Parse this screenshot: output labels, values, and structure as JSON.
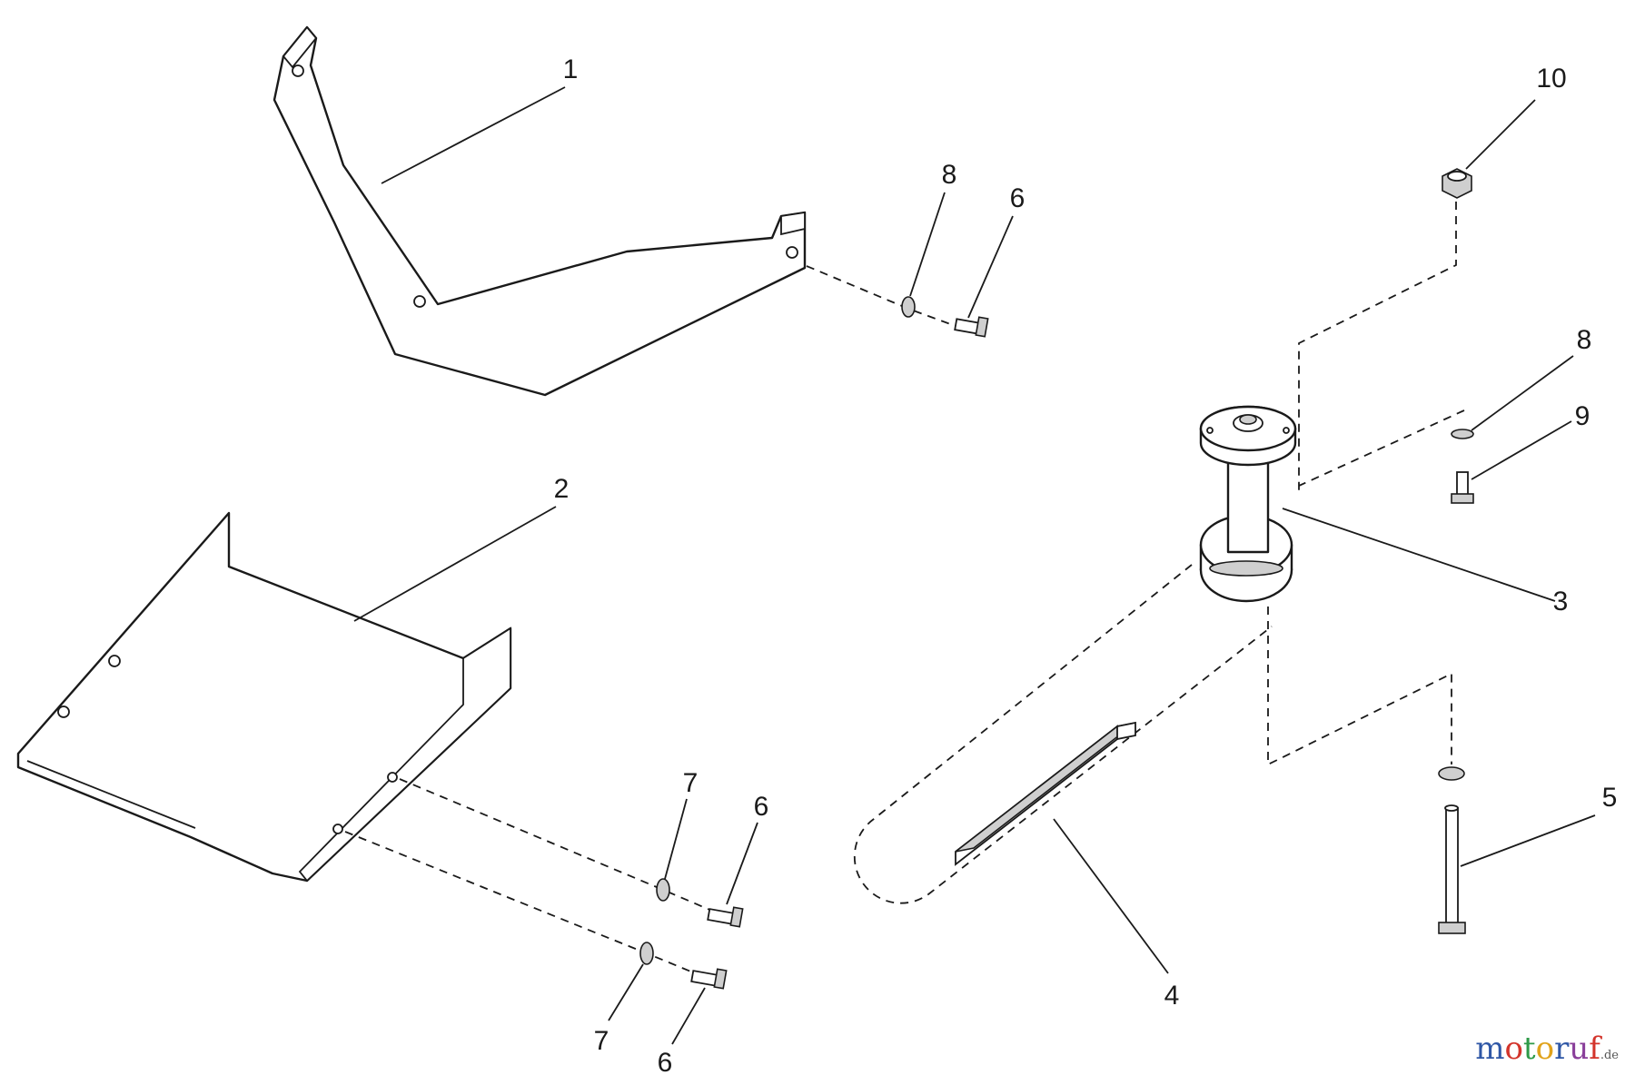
{
  "diagram": {
    "callouts": {
      "c1": "1",
      "c2": "2",
      "c3": "3",
      "c4": "4",
      "c5": "5",
      "c6a": "6",
      "c6b": "6",
      "c6c": "6",
      "c7a": "7",
      "c7b": "7",
      "c8a": "8",
      "c8b": "8",
      "c9": "9",
      "c10": "10"
    }
  },
  "watermark": {
    "letters": [
      "m",
      "o",
      "t",
      "o",
      "r",
      "u",
      "f"
    ],
    "letter_colors": [
      "#2f57a6",
      "#d3342b",
      "#2e9a48",
      "#e0a21b",
      "#2f57a6",
      "#8a3f9a",
      "#d3342b"
    ],
    "tld": ".de"
  }
}
